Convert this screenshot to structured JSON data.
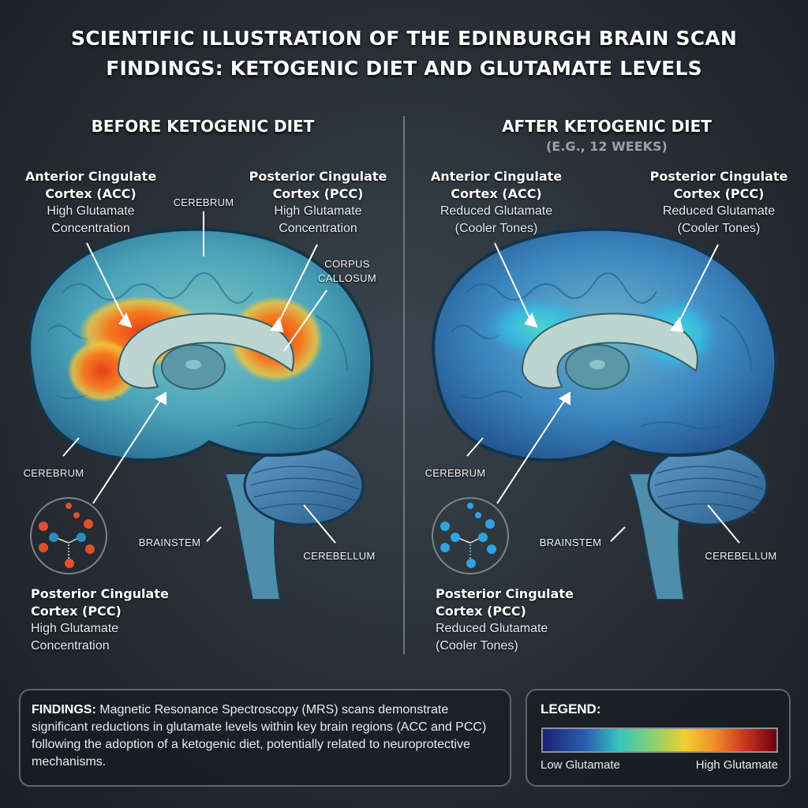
{
  "title": {
    "line1": "SCIENTIFIC ILLUSTRATION OF THE EDINBURGH BRAIN SCAN",
    "line2": "FINDINGS: KETOGENIC DIET AND GLUTAMATE LEVELS"
  },
  "before": {
    "heading": "BEFORE KETOGENIC DIET",
    "acc": {
      "name1": "Anterior Cingulate",
      "name2": "Cortex (ACC)",
      "desc1": "High Glutamate",
      "desc2": "Concentration"
    },
    "pcc_top": {
      "name1": "Posterior Cingulate",
      "name2": "Cortex (PCC)",
      "desc1": "High Glutamate",
      "desc2": "Concentration"
    },
    "pcc_bottom": {
      "name1": "Posterior Cingulate",
      "name2": "Cortex (PCC)",
      "desc1": "High Glutamate",
      "desc2": "Concentration"
    },
    "labels": {
      "cerebrum_top": "CEREBRUM",
      "corpus1": "CORPUS",
      "corpus2": "CALLOSUM",
      "cerebrum_side": "CEREBRUM",
      "brainstem": "BRAINSTEM",
      "cerebellum": "CEREBELLUM"
    },
    "heat_color": "#f25a1c",
    "molecule_color": "#e0502c"
  },
  "after": {
    "heading": "AFTER KETOGENIC DIET",
    "subheading": "(E.G., 12 WEEKS)",
    "acc": {
      "name1": "Anterior Cingulate",
      "name2": "Cortex (ACC)",
      "desc1": "Reduced Glutamate",
      "desc2": "(Cooler Tones)"
    },
    "pcc_top": {
      "name1": "Posterior Cingulate",
      "name2": "Cortex (PCC)",
      "desc1": "Reduced Glutamate",
      "desc2": "(Cooler Tones)"
    },
    "pcc_bottom": {
      "name1": "Posterior Cingulate",
      "name2": "Cortex (PCC)",
      "desc1": "Reduced Glutamate",
      "desc2": "(Cooler Tones)"
    },
    "labels": {
      "cerebrum_side": "CEREBRUM",
      "brainstem": "BRAINSTEM",
      "cerebellum": "CEREBELLUM"
    },
    "heat_color": "#3fd6e0",
    "molecule_color": "#2fa4e0"
  },
  "findings": {
    "label": "FINDINGS:",
    "text": "Magnetic Resonance Spectroscopy (MRS) scans demonstrate significant reductions in glutamate levels within key brain regions (ACC and PCC) following the adoption of a ketogenic diet, potentially related to neuroprotective mechanisms."
  },
  "legend": {
    "title": "LEGEND:",
    "low": "Low Glutamate",
    "high": "High Glutamate",
    "gradient": [
      "#1c2272",
      "#2a5db0",
      "#36c6be",
      "#8fd06a",
      "#f4cf32",
      "#f08a2a",
      "#c9321e",
      "#6d0010"
    ]
  }
}
